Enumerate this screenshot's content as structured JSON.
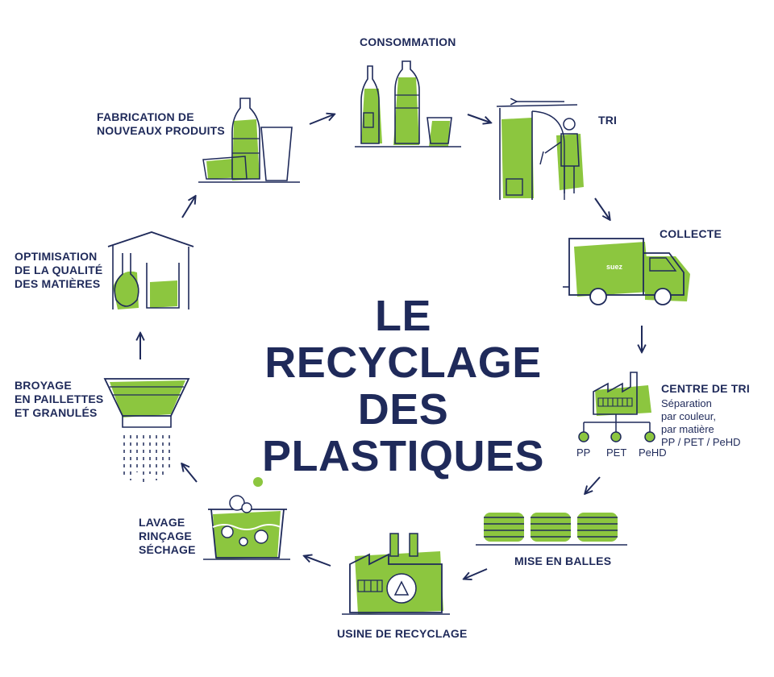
{
  "title": {
    "line1": "LE RECYCLAGE",
    "line2": "DES PLASTIQUES"
  },
  "steps": {
    "consommation": "CONSOMMATION",
    "tri": "TRI",
    "collecte": "COLLECTE",
    "centre_de_tri": {
      "title": "CENTRE DE TRI",
      "desc": [
        "Séparation",
        "par couleur,",
        "par matière",
        "PP / PET / PeHD"
      ],
      "materials": [
        "PP",
        "PET",
        "PeHD"
      ]
    },
    "mise_en_balles": "MISE EN BALLES",
    "usine_de_recyclage": "USINE DE RECYCLAGE",
    "lavage": [
      "LAVAGE",
      "RINÇAGE",
      "SÉCHAGE"
    ],
    "broyage": [
      "BROYAGE",
      "EN PAILLETTES",
      "ET GRANULÉS"
    ],
    "optimisation": [
      "OPTIMISATION",
      "DE LA QUALITÉ",
      "DES MATIÈRES"
    ],
    "fabrication": [
      "FABRICATION DE",
      "NOUVEAUX PRODUITS"
    ]
  },
  "truck_logo": "suez",
  "colors": {
    "navy": "#1f2a5a",
    "green": "#8cc63f"
  }
}
